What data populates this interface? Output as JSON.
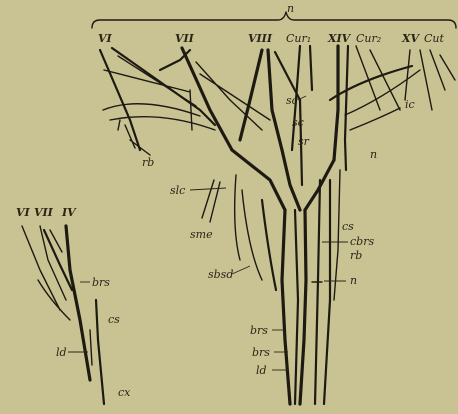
{
  "labels": {
    "brace_top": "n",
    "nerve_vi": "VI",
    "nerve_vii": "VII",
    "nerve_viii": "VIII",
    "nerve_cur1": "Cur₁",
    "nerve_xiv": "XIV",
    "nerve_cur2": "Cur₂",
    "nerve_xv": "XV",
    "nerve_cut": "Cut",
    "sc_upper": "sc",
    "sc_lower": "sc",
    "sr": "sr",
    "ic": "ic",
    "n_right": "n",
    "rb_small": "rb",
    "slc": "slc",
    "sme": "sme",
    "sbsd": "sbsd",
    "cs": "cs",
    "cbrs": "cbrs",
    "rb": "rb",
    "n_lower": "n",
    "brs1": "brs",
    "brs2": "brs",
    "ld_main": "ld",
    "inset_vi": "VI",
    "inset_vii": "VII",
    "inset_iv": "IV",
    "inset_brs": "brs",
    "inset_cs": "cs",
    "inset_ld": "ld",
    "inset_cx": "cx"
  },
  "colors": {
    "paper": "#c9c394",
    "ink": "#1d1a12"
  }
}
